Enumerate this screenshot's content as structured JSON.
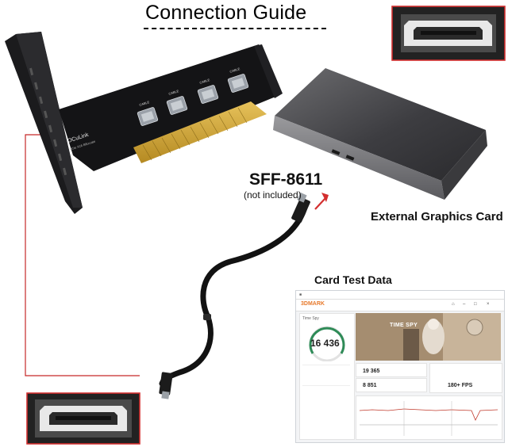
{
  "title": "Connection Guide",
  "labels": {
    "sff": "SFF-8611",
    "not_included": "(not included)",
    "egpu": "External Graphics Card",
    "test": "Card Test Data"
  },
  "card_silk": {
    "oculink": "OCuLink",
    "cable": "CABLE",
    "port": "SFF-8611"
  },
  "benchmark": {
    "brand": "3DMARK",
    "panel": "Time Spy",
    "score": "16 436",
    "hero_title": "TIME SPY",
    "graphics_score": "19 365",
    "cpu_score": "8 851",
    "fps": "180+ FPS"
  },
  "colors": {
    "red_line": "#c62828",
    "arrow": "#d32f2f",
    "accent": "#f08a24"
  }
}
